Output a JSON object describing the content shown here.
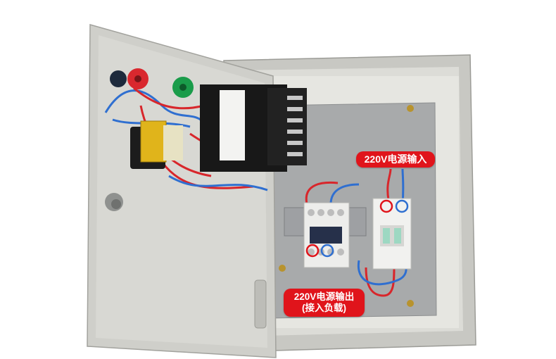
{
  "labels": {
    "input_line1": "220V电源输入",
    "output_line1": "220V电源输出",
    "output_line2": "(接入负载)"
  },
  "colors": {
    "enclosure": "#d4d4cf",
    "backplate": "#a7a9aa",
    "callout": "#e0141b",
    "wire_red": "#d8262b",
    "wire_blue": "#2f6fd0",
    "indicator_red": "#d9282e",
    "indicator_green": "#1a9c4a"
  }
}
